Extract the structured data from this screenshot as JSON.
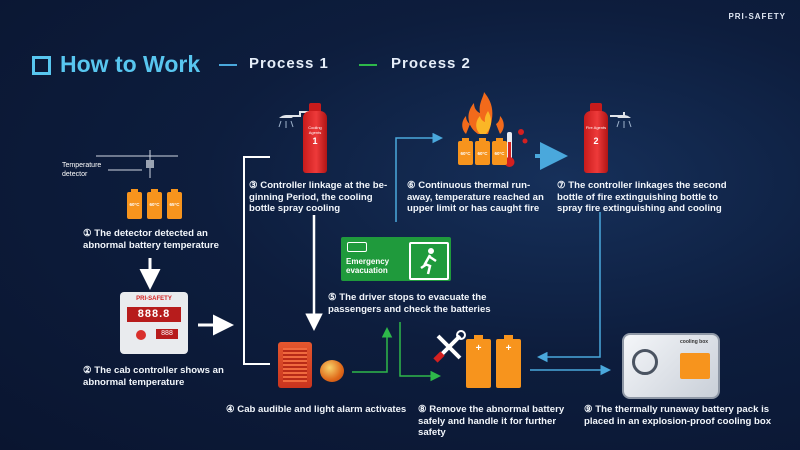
{
  "brand": "PRI-SAFETY",
  "header": {
    "title": "How to Work",
    "legend": [
      {
        "label": "Process 1",
        "color": "#4aa8dc"
      },
      {
        "label": "Process 2",
        "color": "#2eb84a"
      }
    ]
  },
  "colors": {
    "accent": "#58c6ef",
    "battery": "#f7941d",
    "extinguisher": "#e02828",
    "sign": "#1f9a3c"
  },
  "detector": {
    "label": "Temperature detector",
    "temps": [
      "60°C",
      "60°C",
      "65°C"
    ]
  },
  "controller": {
    "brand": "PRI-SAFETY",
    "display": "888.8",
    "small": "888"
  },
  "extinguisher1": {
    "label": "Cooling Agents",
    "number": "1"
  },
  "extinguisher2": {
    "label": "Fire Agents",
    "number": "2"
  },
  "fire_batteries": {
    "temps": [
      "60°C",
      "60°C",
      "60°C"
    ]
  },
  "sign": {
    "text": "Emergency evacuation"
  },
  "cooling_box": {
    "label": "cooling box"
  },
  "steps": {
    "s1": "① The detector detected an abnormal battery temperature",
    "s2": "② The cab controller shows an abnormal temperature",
    "s3": "③ Controller linkage at the be-ginning Period, the cooling bottle spray cooling",
    "s4": "④ Cab audible and light alarm activates",
    "s5": "⑤ The driver stops to evacuate the passengers and check the batteries",
    "s6": "⑥ Continuous thermal run-away, temperature reached an upper limit or has caught fire",
    "s7": "⑦ The controller linkages the second bottle of fire extinguishing bottle to spray fire extinguishing and cooling",
    "s8": "⑧ Remove the abnormal battery safely and handle it for further safety",
    "s9": "⑨ The thermally runaway battery pack is placed in an explosion-proof cooling box"
  }
}
